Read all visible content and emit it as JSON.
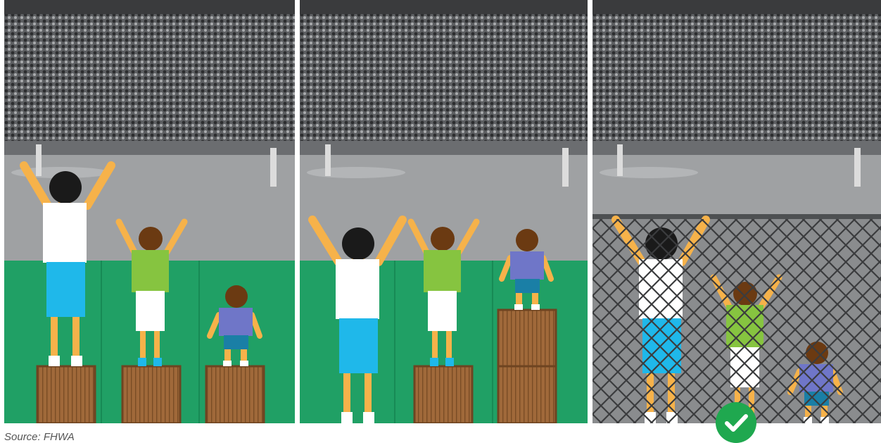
{
  "source_caption": "Source: FHWA",
  "panels": [
    {
      "id": "equality",
      "scene": "boxes-equal",
      "has_fence": false
    },
    {
      "id": "equity",
      "scene": "boxes-needed",
      "has_fence": false
    },
    {
      "id": "justice",
      "scene": "chain-link-fence",
      "has_fence": true
    }
  ],
  "colors": {
    "wall_green": "#20a065",
    "crate_brown": "#a0693a",
    "skin": "#f6b24a",
    "hair": "#1a1a1a",
    "hair_brown": "#6b3a12",
    "shirt_white": "#ffffff",
    "shorts_blue": "#1fb8ea",
    "shirt_green": "#86c440",
    "shirt_purple": "#6f76c8",
    "shorts_dark_blue": "#1a7fa6",
    "check_green": "#1fa84f"
  },
  "badge_icon": "check-icon"
}
